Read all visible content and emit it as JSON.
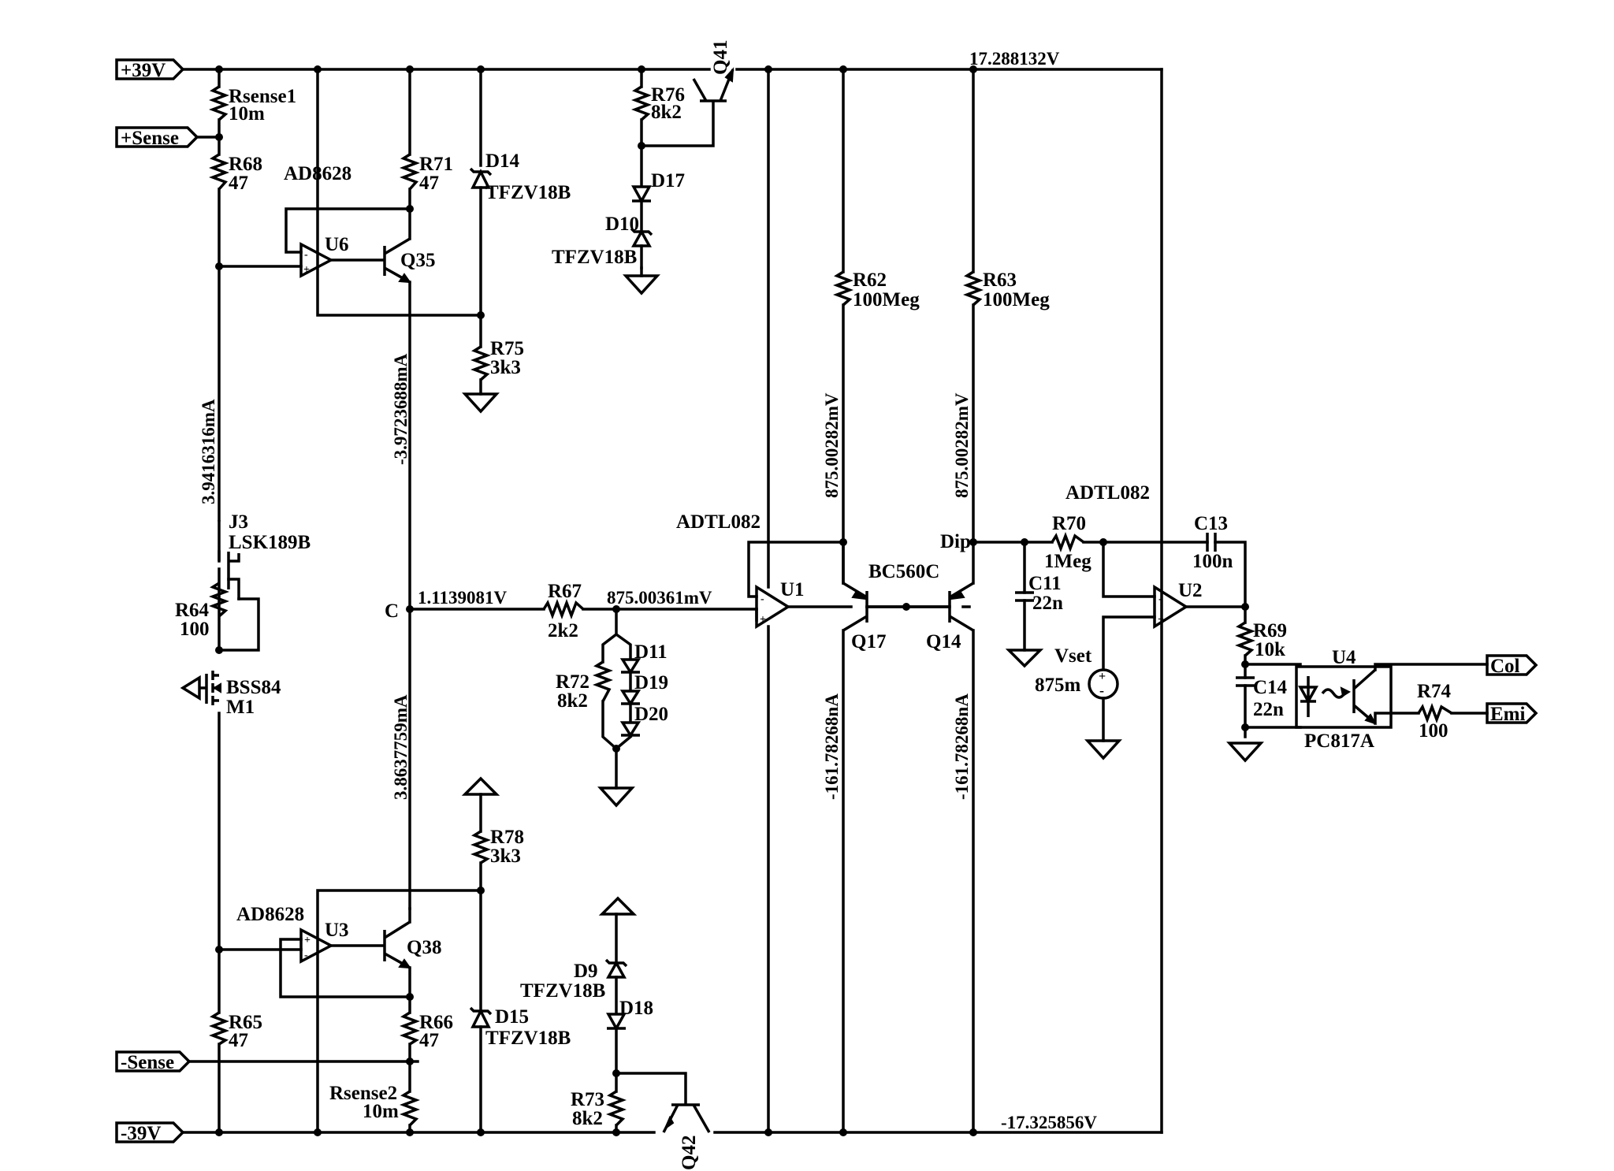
{
  "labels": {
    "rsense1": "Rsense1",
    "rsense1_val": "10m",
    "r68": "R68",
    "r68_val": "47",
    "r71": "R71",
    "r71_val": "47",
    "ad8628_top": "AD8628",
    "u6": "U6",
    "q35": "Q35",
    "d14": "D14",
    "d14_val": "TFZV18B",
    "r76": "R76",
    "r76_val": "8k2",
    "d17": "D17",
    "d10": "D10",
    "d10_val": "TFZV18B",
    "q41": "Q41",
    "r62": "R62",
    "r62_val": "100Meg",
    "r63": "R63",
    "r63_val": "100Meg",
    "r75": "R75",
    "r75_val": "3k3",
    "j3": "J3",
    "j3_val": "LSK189B",
    "r64": "R64",
    "r64_val": "100",
    "bss84": "BSS84",
    "m1": "M1",
    "adtl082_u1": "ADTL082",
    "u1": "U1",
    "bc560c": "BC560C",
    "q17": "Q17",
    "q14": "Q14",
    "r67": "R67",
    "r67_val": "2k2",
    "r72": "R72",
    "r72_val": "8k2",
    "d11": "D11",
    "d19": "D19",
    "d20": "D20",
    "c_node": "C",
    "adtl082_u2": "ADTL082",
    "u2": "U2",
    "r70": "R70",
    "r70_val": "1Meg",
    "c13": "C13",
    "c13_val": "100n",
    "c11": "C11",
    "c11_val": "22n",
    "dip": "Dip",
    "vset": "Vset",
    "vset_val": "875m",
    "r69": "R69",
    "r69_val": "10k",
    "u4": "U4",
    "pc817a": "PC817A",
    "c14": "C14",
    "c14_val": "22n",
    "r74": "R74",
    "r74_val": "100",
    "r78": "R78",
    "r78_val": "3k3",
    "ad8628_bot": "AD8628",
    "u3": "U3",
    "q38": "Q38",
    "r65": "R65",
    "r65_val": "47",
    "r66": "R66",
    "r66_val": "47",
    "d15": "D15",
    "d15_val": "TFZV18B",
    "rsense2": "Rsense2",
    "rsense2_val": "10m",
    "d9": "D9",
    "d9_val": "TFZV18B",
    "d18": "D18",
    "r73": "R73",
    "r73_val": "8k2",
    "q42": "Q42"
  },
  "ports": {
    "plus39": "+39V",
    "plus_sense": "+Sense",
    "minus_sense": "-Sense",
    "minus39": "-39V",
    "col": "Col",
    "emi": "Emi"
  },
  "annotations": {
    "v_top": "17.288132V",
    "v_bottom": "-17.325856V",
    "v_c": "1.1139081V",
    "v_u1_in": "875.00361mV",
    "i_left": "3.9416316mA",
    "i_q35": "-3.9723688mA",
    "i_q38": "3.8637759mA",
    "v_q17_b": "875.00282mV",
    "v_q14_b": "875.00282mV",
    "i_q17": "-161.78268nA",
    "i_q14": "-161.78268nA"
  }
}
